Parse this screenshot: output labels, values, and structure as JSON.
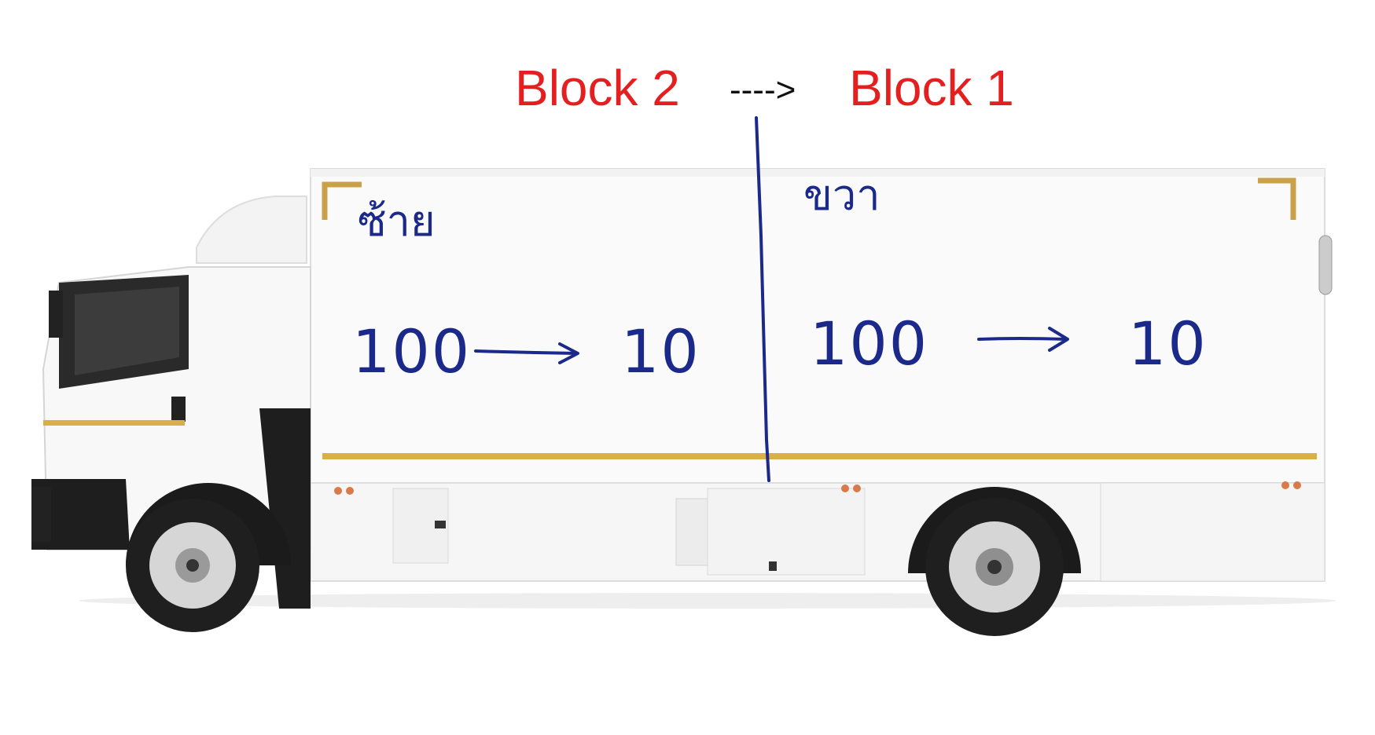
{
  "header": {
    "left_block": "Block 2",
    "arrow": "---->",
    "right_block": "Block 1"
  },
  "annotations": {
    "left": {
      "side_label": "ซ้าย",
      "from_value": "100",
      "to_value": "10"
    },
    "right": {
      "side_label": "ขวา",
      "from_value": "100",
      "to_value": "10"
    }
  },
  "colors": {
    "block_label": "#e41f1f",
    "handwriting": "#1b2a8a",
    "stripe": "#d8b04a",
    "corner_brackets": "#c9a14a"
  }
}
